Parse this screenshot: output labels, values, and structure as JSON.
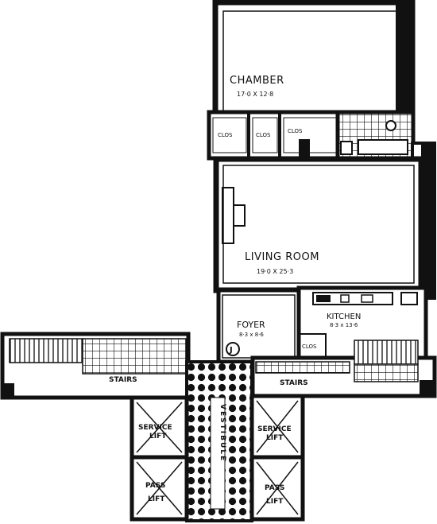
{
  "rooms": {
    "chamber": {
      "name": "CHAMBER",
      "dims": "17·0 X 12·8"
    },
    "living": {
      "name": "LIVING ROOM",
      "dims": "19·0 X 25·3"
    },
    "foyer": {
      "name": "FOYER",
      "dims": "8·3 x 8·6"
    },
    "kitchen": {
      "name": "KITCHEN",
      "dims": "8·3 x 13·6"
    }
  },
  "closets": [
    "CLOS",
    "CLOS",
    "CLOS",
    "CLOS"
  ],
  "stairs": [
    "STAIRS",
    "STAIRS"
  ],
  "vestibule": "VESTIBULE",
  "lifts": {
    "service_left": [
      "SERVICE",
      "LIFT"
    ],
    "service_right": [
      "SERVICE",
      "LIFT"
    ],
    "pass_left": [
      "PASS",
      "LIFT"
    ],
    "pass_right": [
      "PASS",
      "LIFT"
    ]
  },
  "symbols": {
    "j": "J"
  },
  "colors": {
    "wall": "#111111",
    "paper": "#ffffff"
  }
}
